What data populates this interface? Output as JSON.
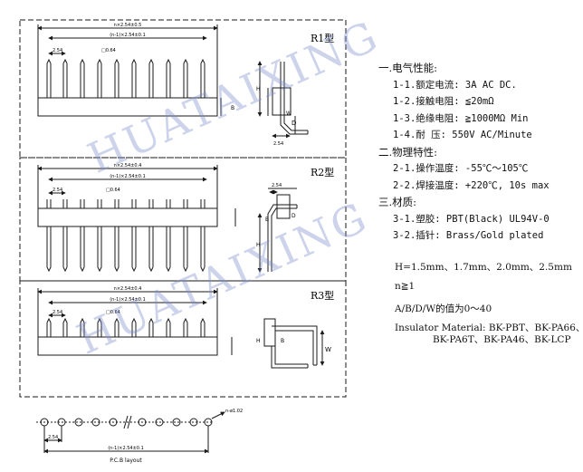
{
  "drawings": {
    "r1": {
      "label": "R1型",
      "dim_total": "n×2.54±0.5",
      "dim_pitch": "(n-1)×2.54±0.1",
      "pitch": "2.54",
      "pin_size": "□0.64",
      "side_h": "H",
      "side_b": "B",
      "side_d": "D",
      "side_w": "W",
      "side_pitch": "2.54"
    },
    "r2": {
      "label": "R2型",
      "dim_total": "n×2.54±0.4",
      "dim_pitch": "(n-1)×2.54±0.1",
      "pitch": "2.54",
      "pin_size": "□0.64",
      "side_h": "H",
      "side_b": "B",
      "side_d": "D",
      "side_pitch": "2.54"
    },
    "r3": {
      "label": "R3型",
      "dim_total": "n×2.54±0.4",
      "dim_pitch": "(n-1)×2.54±0.1",
      "pitch": "2.54",
      "pin_size": "□0.64",
      "side_h": "H",
      "side_b": "B",
      "side_w": "W"
    },
    "pcb": {
      "hole": "n-ø1.02",
      "pitch": "2.54",
      "dim_pitch": "(n-1)×2.54±0.1",
      "caption": "P.C.B layout"
    }
  },
  "specs": {
    "electrical_title": "一.电气性能:",
    "rated_current": "1-1.额定电流: 3A AC DC.",
    "contact_resistance": "1-2.接触电阻: ≦20mΩ",
    "insulation_resistance": "1-3.绝缘电阻: ≧1000MΩ Min",
    "withstand_voltage": "1-4.耐    压: 550V AC/Minute",
    "physical_title": "二.物理特性:",
    "operating_temp": "2-1.操作温度: -55℃～105℃",
    "soldering_temp": "2-2.焊接温度: +220℃, 10s max",
    "material_title": "三.材质:",
    "plastic": "3-1.塑胶: PBT(Black) UL94V-0",
    "pin": "3-2.插针: Brass/Gold plated"
  },
  "notes": {
    "h_values": "H=1.5mm、1.7mm、2.0mm、2.5mm",
    "n_min": "n≧1",
    "abdw": "A/B/D/W的值为0～40",
    "insulator_line1": "Insulator Material: BK-PBT、BK-PA66、",
    "insulator_line2": "BK-PA6T、BK-PA46、BK-LCP"
  },
  "watermark": "HUATAIXING",
  "colors": {
    "line": "#1a1a1a",
    "watermark": "#8c9fd0"
  }
}
